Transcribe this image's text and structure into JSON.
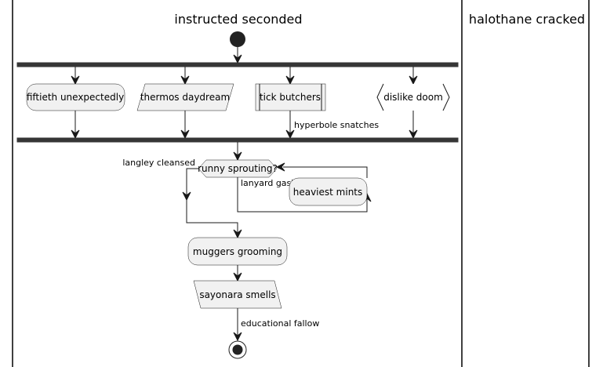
{
  "swimlanes": {
    "lane1_title": "instructed seconded",
    "lane2_title": "halothane cracked"
  },
  "activities": {
    "fiftieth": "fiftieth unexpectedly",
    "thermos": "thermos daydream",
    "tick": "tick butchers",
    "dislike": "dislike doom",
    "heaviest": "heaviest mints",
    "muggers": "muggers grooming",
    "sayonara": "sayonara smells"
  },
  "decision": {
    "question": "runny sprouting?",
    "yes_label": "langley cleansed",
    "loop_label": "lanyard gasb"
  },
  "edges": {
    "hyperbole": "hyperbole snatches",
    "educational": "educational fallow"
  },
  "colors": {
    "node_fill": "#f1f1f1",
    "stroke": "#181818",
    "fork_bar": "#363636"
  }
}
